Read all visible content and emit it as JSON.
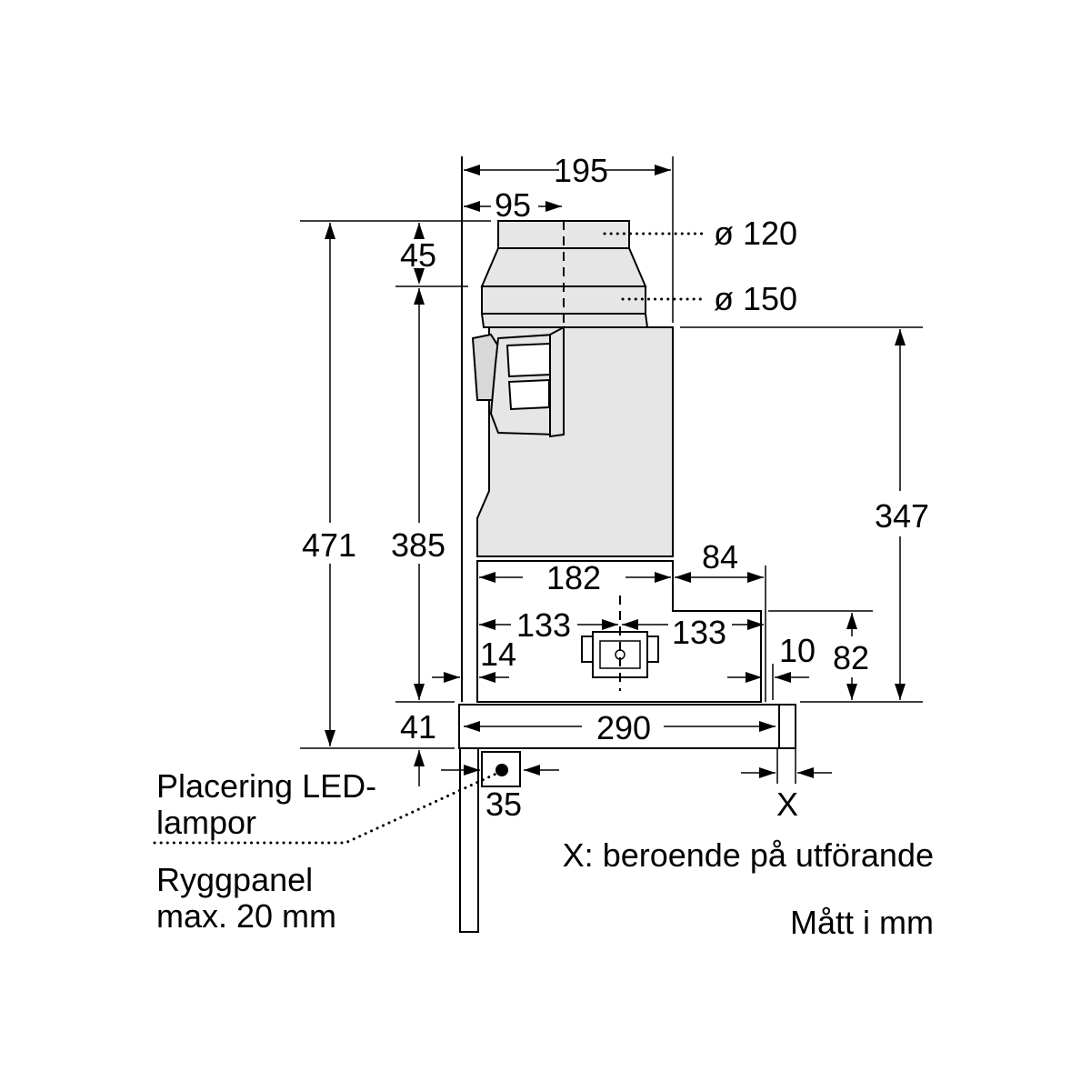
{
  "dimensions": {
    "top_width": "195",
    "top_half": "95",
    "height_45": "45",
    "total_height": "471",
    "body_height": "385",
    "right_height": "347",
    "width_182": "182",
    "depth_84": "84",
    "left_133": "133",
    "right_133": "133",
    "offset_14": "14",
    "offset_10": "10",
    "height_82": "82",
    "bottom_41": "41",
    "width_290": "290",
    "led_35": "35",
    "var_x": "X"
  },
  "labels": {
    "dia_120": "ø 120",
    "dia_150": "ø 150",
    "led_line1": "Placering LED-",
    "led_line2": "lampor",
    "panel_line1": "Ryggpanel",
    "panel_line2": "max. 20 mm",
    "x_note": "X: beroende på utförande",
    "units": "Mått i mm"
  }
}
